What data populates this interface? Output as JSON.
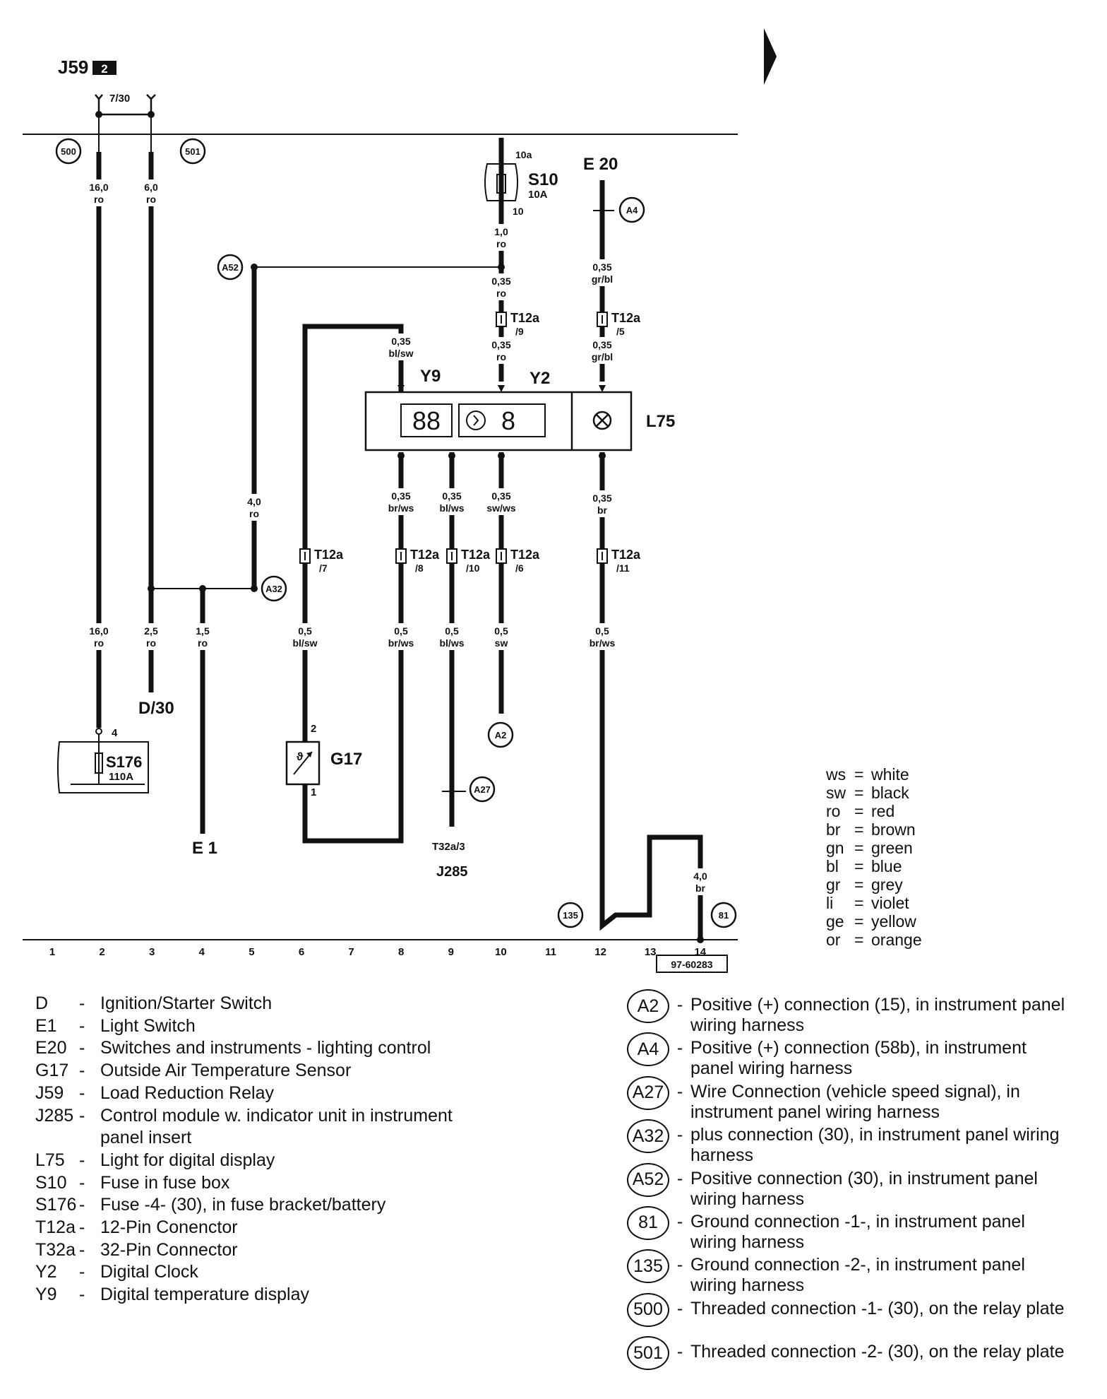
{
  "diagram": {
    "j59": "J59",
    "j59_box": "2",
    "top_mark": "7/30",
    "s10": "S10",
    "s10_amp": "10A",
    "s10_in": "10a",
    "s10_out": "10",
    "e20": "E 20",
    "y9": "Y9",
    "y2": "Y2",
    "l75": "L75",
    "g17": "G17",
    "g17_p2": "2",
    "g17_p1": "1",
    "s176": "S176",
    "s176_amp": "110A",
    "s176_pin": "4",
    "d30": "D/30",
    "e1": "E 1",
    "t32a": "T32a/3",
    "j285": "J285",
    "ref": "97-60283",
    "t12a": "T12a",
    "wire_labels": [
      {
        "id": "w2a",
        "size": "16,0",
        "color": "ro"
      },
      {
        "id": "w3a",
        "size": "6,0",
        "color": "ro"
      },
      {
        "id": "w10a",
        "size": "1,0",
        "color": "ro"
      },
      {
        "id": "w10b",
        "size": "0,35",
        "color": "ro"
      },
      {
        "id": "w10c",
        "size": "0,35",
        "color": "ro"
      },
      {
        "id": "w12a",
        "size": "0,35",
        "color": "gr/bl"
      },
      {
        "id": "w12b",
        "size": "0,35",
        "color": "gr/bl"
      },
      {
        "id": "w8a",
        "size": "0,35",
        "color": "bl/sw"
      },
      {
        "id": "w5a",
        "size": "4,0",
        "color": "ro"
      },
      {
        "id": "w8b",
        "size": "0,35",
        "color": "br/ws"
      },
      {
        "id": "w9b",
        "size": "0,35",
        "color": "bl/ws"
      },
      {
        "id": "w10d",
        "size": "0,35",
        "color": "sw/ws"
      },
      {
        "id": "w12c",
        "size": "0,35",
        "color": "br"
      },
      {
        "id": "w2b",
        "size": "16,0",
        "color": "ro"
      },
      {
        "id": "w3b",
        "size": "2,5",
        "color": "ro"
      },
      {
        "id": "w4b",
        "size": "1,5",
        "color": "ro"
      },
      {
        "id": "w6b",
        "size": "0,5",
        "color": "bl/sw"
      },
      {
        "id": "w8c",
        "size": "0,5",
        "color": "br/ws"
      },
      {
        "id": "w9c",
        "size": "0,5",
        "color": "bl/ws"
      },
      {
        "id": "w10e",
        "size": "0,5",
        "color": "sw"
      },
      {
        "id": "w12d",
        "size": "0,5",
        "color": "br/ws"
      },
      {
        "id": "w14a",
        "size": "4,0",
        "color": "br"
      }
    ],
    "connector_pins": [
      "/9",
      "/5",
      "/7",
      "/8",
      "/10",
      "/6",
      "/11"
    ],
    "circles": [
      "500",
      "501",
      "A52",
      "A4",
      "A32",
      "A2",
      "A27",
      "135",
      "81"
    ],
    "tracks": [
      "1",
      "2",
      "3",
      "4",
      "5",
      "6",
      "7",
      "8",
      "9",
      "10",
      "11",
      "12",
      "13",
      "14"
    ]
  },
  "colors": [
    {
      "ab": "ws",
      "name": "white"
    },
    {
      "ab": "sw",
      "name": "black"
    },
    {
      "ab": "ro",
      "name": "red"
    },
    {
      "ab": "br",
      "name": "brown"
    },
    {
      "ab": "gn",
      "name": "green"
    },
    {
      "ab": "bl",
      "name": "blue"
    },
    {
      "ab": "gr",
      "name": "grey"
    },
    {
      "ab": "li",
      "name": "violet"
    },
    {
      "ab": "ge",
      "name": "yellow"
    },
    {
      "ab": "or",
      "name": "orange"
    }
  ],
  "legend": [
    {
      "code": "D",
      "desc": "Ignition/Starter Switch"
    },
    {
      "code": "E1",
      "desc": "Light Switch"
    },
    {
      "code": "E20",
      "desc": "Switches and instruments - lighting control"
    },
    {
      "code": "G17",
      "desc": "Outside Air Temperature Sensor"
    },
    {
      "code": "J59",
      "desc": "Load Reduction Relay"
    },
    {
      "code": "J285",
      "desc": "Control module w. indicator unit in instrument panel insert"
    },
    {
      "code": "L75",
      "desc": "Light for digital display"
    },
    {
      "code": "S10",
      "desc": "Fuse in fuse box"
    },
    {
      "code": "S176",
      "desc": "Fuse -4- (30), in fuse bracket/battery"
    },
    {
      "code": "T12a",
      "desc": "12-Pin Conenctor"
    },
    {
      "code": "T32a",
      "desc": "32-Pin Connector"
    },
    {
      "code": "Y2",
      "desc": "Digital Clock"
    },
    {
      "code": "Y9",
      "desc": "Digital temperature display"
    }
  ],
  "connections": [
    {
      "code": "A2",
      "desc": "Positive (+) connection (15), in instrument panel wiring harness"
    },
    {
      "code": "A4",
      "desc": "Positive (+) connection (58b), in instrument panel wiring harness"
    },
    {
      "code": "A27",
      "desc": "Wire Connection (vehicle speed signal), in instrument panel wiring harness"
    },
    {
      "code": "A32",
      "desc": "plus connection (30), in instrument panel wiring harness"
    },
    {
      "code": "A52",
      "desc": "Positive connection (30), in instrument panel wiring harness"
    },
    {
      "code": "81",
      "desc": "Ground connection -1-, in instrument panel wiring harness"
    },
    {
      "code": "135",
      "desc": "Ground connection -2-, in instrument panel wiring harness"
    },
    {
      "code": "500",
      "desc": "Threaded connection -1- (30), on the relay plate"
    },
    {
      "code": "501",
      "desc": "Threaded connection -2- (30), on the relay plate"
    }
  ]
}
